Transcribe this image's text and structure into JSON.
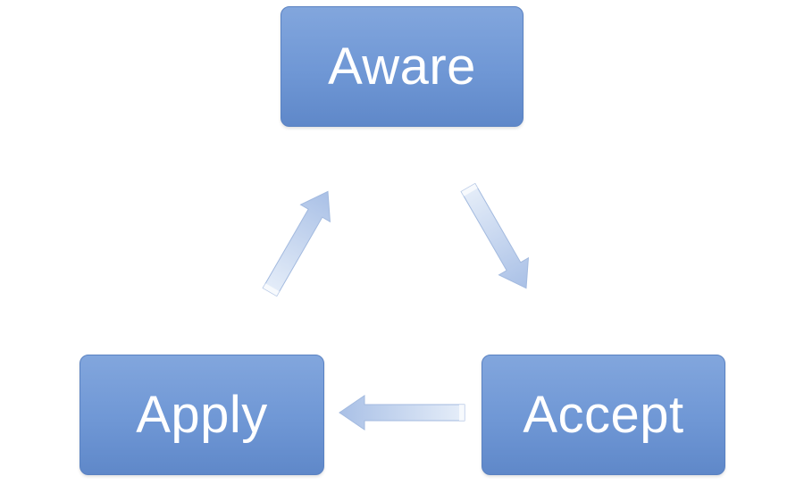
{
  "diagram": {
    "nodes": {
      "aware": "Aware",
      "accept": "Accept",
      "apply": "Apply"
    },
    "edges": [
      {
        "from": "aware",
        "to": "accept"
      },
      {
        "from": "accept",
        "to": "apply"
      },
      {
        "from": "apply",
        "to": "aware"
      }
    ],
    "colors": {
      "node_fill": "#6f97d5",
      "node_text": "#ffffff",
      "arrow_fill": "#b9cbea"
    }
  }
}
